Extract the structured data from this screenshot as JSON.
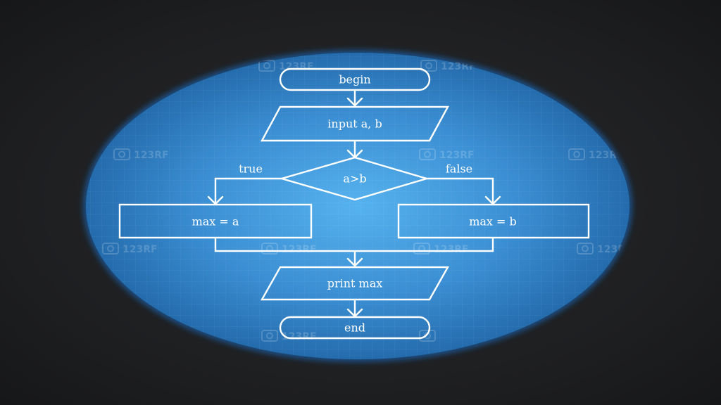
{
  "colors": {
    "background": "#1e1f21",
    "blueprint_center": "#4da6e8",
    "blueprint_edge": "#1c5d9c",
    "stroke": "#ffffff"
  },
  "nodes": {
    "begin": "begin",
    "input": "input a, b",
    "decision": "a>b",
    "max_a": "max = a",
    "max_b": "max = b",
    "print": "print max",
    "end": "end"
  },
  "edges": {
    "true_label": "true",
    "false_label": "false"
  },
  "watermark": {
    "text": "123RF",
    "icon": "camera-icon"
  }
}
